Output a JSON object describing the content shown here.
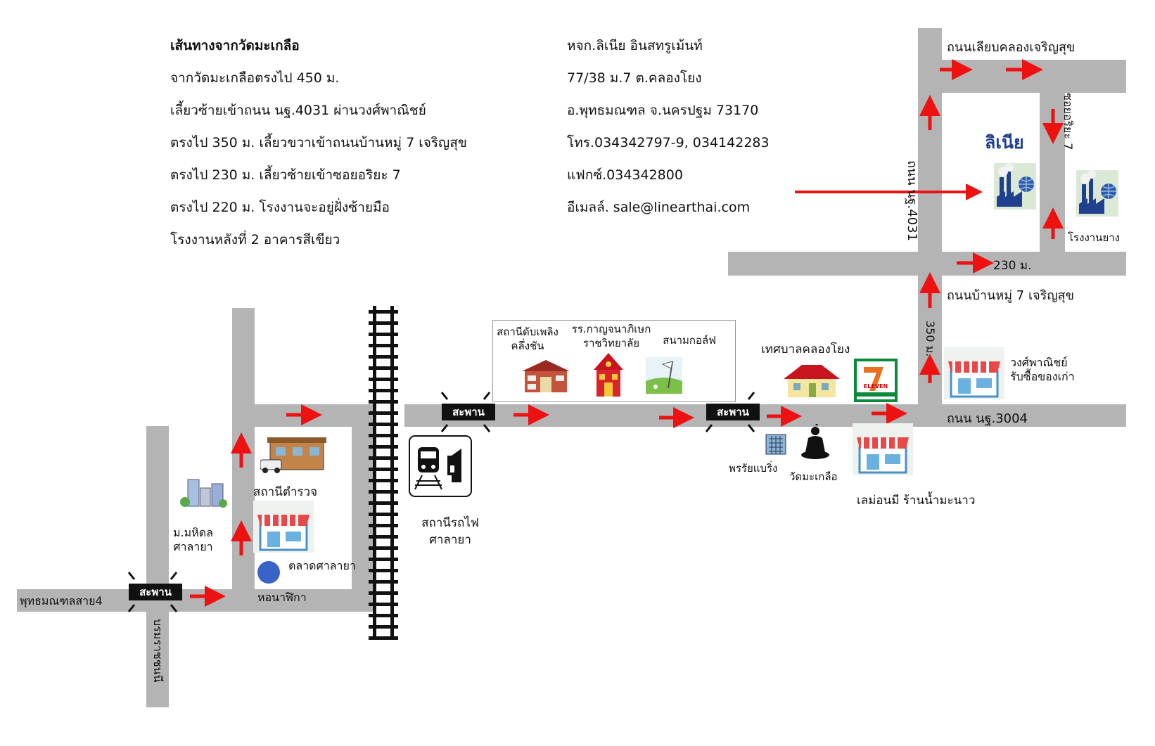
{
  "directions": {
    "title": "เส้นทางจากวัดมะเกลือ",
    "steps": [
      "จากวัดมะเกลือตรงไป 450 ม.",
      "เลี้ยวซ้ายเข้าถนน นฐ.4031 ผ่านวงศ์พาณิชย์",
      "ตรงไป 350 ม. เลี้ยวขวาเข้าถนนบ้านหมู่ 7 เจริญสุข",
      "ตรงไป 230 ม. เลี้ยวซ้ายเข้าซอยอริยะ 7",
      "ตรงไป 220 ม. โรงงานจะอยู่ฝั่งซ้ายมือ",
      "โรงงานหลังที่ 2 อาคารสีเขียว"
    ]
  },
  "company": {
    "name": "หจก.ลิเนีย อินสทรูเม้นท์",
    "address1": "77/38 ม.7 ต.คลองโยง",
    "address2": "อ.พุทธมณฑล จ.นครปฐม 73170",
    "phone": "โทร.034342797-9, 034142283",
    "fax": "แฟกซ์.034342800",
    "email": "อีเมลล์. sale@linearthai.com"
  },
  "map": {
    "roads": {
      "charoensuk_canal": "ถนนเลียบคลองเจริญสุข",
      "soi_ariya": "ซอยอริยะ 7",
      "road_4031": "ถนน นฐ.4031",
      "road_moo7": "ถนนบ้านหมู่ 7 เจริญสุข",
      "road_3004": "ถนน นฐ.3004",
      "phutthamonthon4": "พุทธมณฑลสาย4",
      "borommaratchachonnani": "บรมราชชนนี"
    },
    "distances": {
      "d230": "230 ม.",
      "d350": "350 ม."
    },
    "bridge_label": "สะพาน",
    "places": {
      "linear": "ลิเนีย",
      "rubber_factory": "โรงงานยาง",
      "wongpanich": "วงศ์พาณิชย์\nรับซื้อของเก่า",
      "municipality": "เทศบาลคลองโยง",
      "fire_station": "สถานีดับเพลิง\nคลึ่งชัน",
      "school": "รร.กาญจนาภิเษก\nราชวิทยาลัย",
      "golf": "สนามกอล์ฟ",
      "bearing": "พรรัยแบริ่ง",
      "wat": "วัดมะเกลือ",
      "lemon": "เลม่อนมี ร้านน้ำมะนาว",
      "train_station": "สถานีรถไฟ\nศาลายา",
      "police": "สถานีตำรวจ",
      "mahidol": "ม.มหิดล\nศาลายา",
      "market": "ตลาดศาลายา",
      "clock_tower": "หอนาฬิกา"
    }
  },
  "colors": {
    "road": "#b4b4b4",
    "arrow": "#ee1111",
    "brand": "#1f3f8f",
    "market_dot": "#3a63c8"
  },
  "icons": [
    "factory-icon",
    "shop-icon",
    "seven-eleven-icon",
    "house-icon",
    "fire-station-icon",
    "school-icon",
    "golf-icon",
    "building-icon",
    "buddha-icon",
    "train-icon",
    "police-station-icon",
    "city-icon"
  ]
}
